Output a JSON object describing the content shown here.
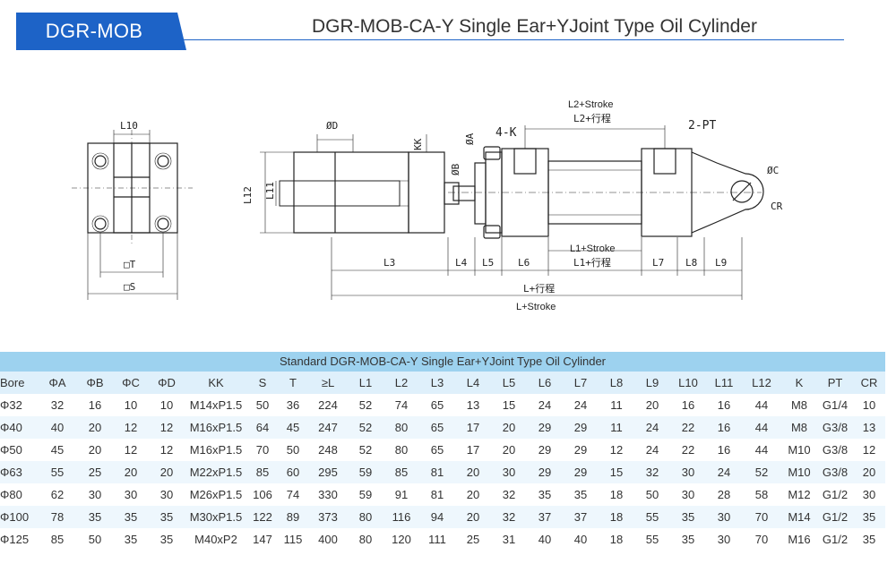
{
  "header": {
    "tag": "DGR-MOB",
    "title": "DGR-MOB-CA-Y Single Ear+YJoint Type Oil Cylinder"
  },
  "drawing": {
    "labels": {
      "l10": "L10",
      "square_t": "□T",
      "square_s": "□S",
      "l12": "L12",
      "l11": "L11",
      "phi_d": "ØD",
      "kk": "KK",
      "phi_b": "ØB",
      "phi_a": "ØA",
      "four_k": "4-K",
      "two_pt": "2-PT",
      "l2_stroke_en": "L2+Stroke",
      "l2_stroke_cn": "L2+行程",
      "phi_c": "ØC",
      "cr": "CR",
      "l1_stroke_en": "L1+Stroke",
      "l1_stroke_cn": "L1+行程",
      "l3": "L3",
      "l4": "L4",
      "l5": "L5",
      "l6": "L6",
      "l7": "L7",
      "l8": "L8",
      "l9": "L9",
      "l_stroke_cn": "L+行程",
      "l_stroke_en": "L+Stroke"
    }
  },
  "table": {
    "caption": "Standard DGR-MOB-CA-Y Single Ear+YJoint Type Oil Cylinder",
    "columns": [
      "Bore",
      "ΦA",
      "ΦB",
      "ΦC",
      "ΦD",
      "KK",
      "S",
      "T",
      "≥L",
      "L1",
      "L2",
      "L3",
      "L4",
      "L5",
      "L6",
      "L7",
      "L8",
      "L9",
      "L10",
      "L11",
      "L12",
      "K",
      "PT",
      "CR"
    ],
    "rows": [
      [
        "Φ32",
        "32",
        "16",
        "10",
        "10",
        "M14xP1.5",
        "50",
        "36",
        "224",
        "52",
        "74",
        "65",
        "13",
        "15",
        "24",
        "24",
        "11",
        "20",
        "16",
        "16",
        "44",
        "M8",
        "G1/4",
        "10"
      ],
      [
        "Φ40",
        "40",
        "20",
        "12",
        "12",
        "M16xP1.5",
        "64",
        "45",
        "247",
        "52",
        "80",
        "65",
        "17",
        "20",
        "29",
        "29",
        "11",
        "24",
        "22",
        "16",
        "44",
        "M8",
        "G3/8",
        "13"
      ],
      [
        "Φ50",
        "45",
        "20",
        "12",
        "12",
        "M16xP1.5",
        "70",
        "50",
        "248",
        "52",
        "80",
        "65",
        "17",
        "20",
        "29",
        "29",
        "12",
        "24",
        "22",
        "16",
        "44",
        "M10",
        "G3/8",
        "12"
      ],
      [
        "Φ63",
        "55",
        "25",
        "20",
        "20",
        "M22xP1.5",
        "85",
        "60",
        "295",
        "59",
        "85",
        "81",
        "20",
        "30",
        "29",
        "29",
        "15",
        "32",
        "30",
        "24",
        "52",
        "M10",
        "G3/8",
        "20"
      ],
      [
        "Φ80",
        "62",
        "30",
        "30",
        "30",
        "M26xP1.5",
        "106",
        "74",
        "330",
        "59",
        "91",
        "81",
        "20",
        "32",
        "35",
        "35",
        "18",
        "50",
        "30",
        "28",
        "58",
        "M12",
        "G1/2",
        "30"
      ],
      [
        "Φ100",
        "78",
        "35",
        "35",
        "35",
        "M30xP1.5",
        "122",
        "89",
        "373",
        "80",
        "116",
        "94",
        "20",
        "32",
        "37",
        "37",
        "18",
        "55",
        "35",
        "30",
        "70",
        "M14",
        "G1/2",
        "35"
      ],
      [
        "Φ125",
        "85",
        "50",
        "35",
        "35",
        "M40xP2",
        "147",
        "115",
        "400",
        "80",
        "120",
        "111",
        "25",
        "31",
        "40",
        "40",
        "18",
        "55",
        "35",
        "30",
        "70",
        "M16",
        "G1/2",
        "35"
      ]
    ]
  },
  "colors": {
    "accent": "#1d63c7",
    "table_caption": "#9dd2ef",
    "table_header": "#dff0fb"
  }
}
